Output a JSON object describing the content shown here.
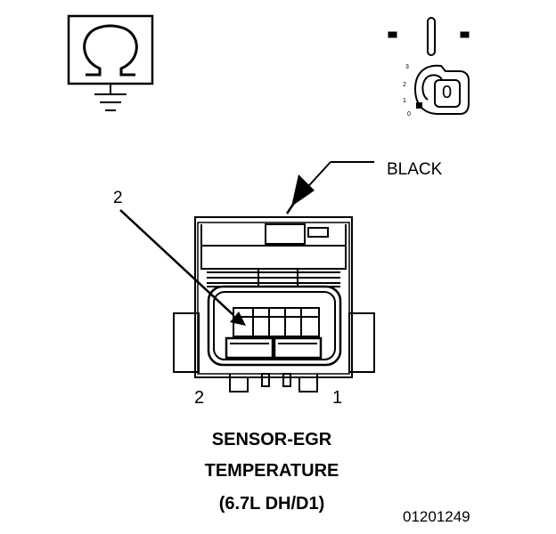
{
  "ohmmeter_icon": "omega-ground-icon",
  "ignition_icon": "ignition-key-off-icon",
  "ignition": {
    "positions": [
      "3",
      "2",
      "1",
      "0"
    ],
    "key_label": "0"
  },
  "callouts": {
    "color": "BLACK",
    "terminal": "2"
  },
  "pins": {
    "left": "2",
    "right": "1"
  },
  "caption": {
    "line1": "SENSOR-EGR",
    "line2": "TEMPERATURE",
    "line3": "(6.7L DH/D1)"
  },
  "figure_id": "01201249"
}
